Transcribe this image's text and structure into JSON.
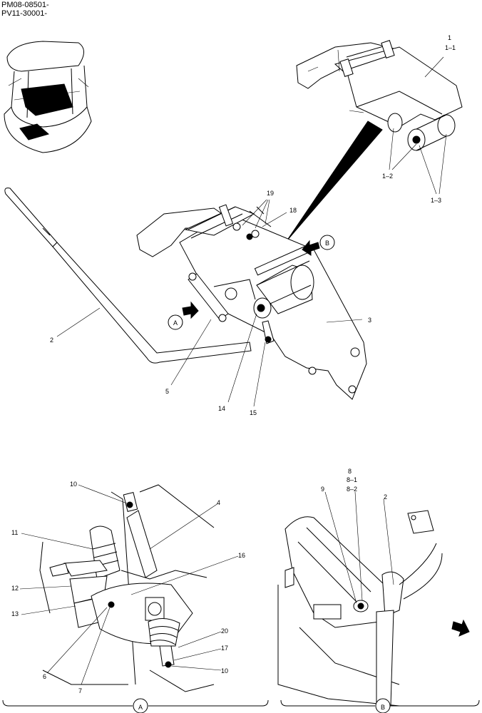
{
  "header": {
    "serial_line_1": "PM08-08501-",
    "serial_line_2": "PV11-30001-"
  },
  "main_view": {
    "callouts": {
      "c1": "1",
      "c1_1": "1–1",
      "c1_2": "1–2",
      "c1_3": "1–3",
      "c2": "2",
      "c3": "3",
      "c5": "5",
      "c14": "14",
      "c15": "15",
      "c18": "18",
      "c19": "19"
    },
    "view_marker_a": "A",
    "view_marker_b": "B"
  },
  "detail_a": {
    "callouts": {
      "c4": "4",
      "c6": "6",
      "c7": "7",
      "c10_top": "10",
      "c10_bottom": "10",
      "c11": "11",
      "c12": "12",
      "c13": "13",
      "c16": "16",
      "c17": "17",
      "c20": "20"
    },
    "label": "A"
  },
  "detail_b": {
    "callouts": {
      "c2": "2",
      "c8": "8",
      "c8_1": "8–1",
      "c8_2": "8–2",
      "c9": "9"
    },
    "label": "B"
  },
  "colors": {
    "ink": "#000000",
    "paper": "#ffffff",
    "shade": "#cfcfcf"
  }
}
